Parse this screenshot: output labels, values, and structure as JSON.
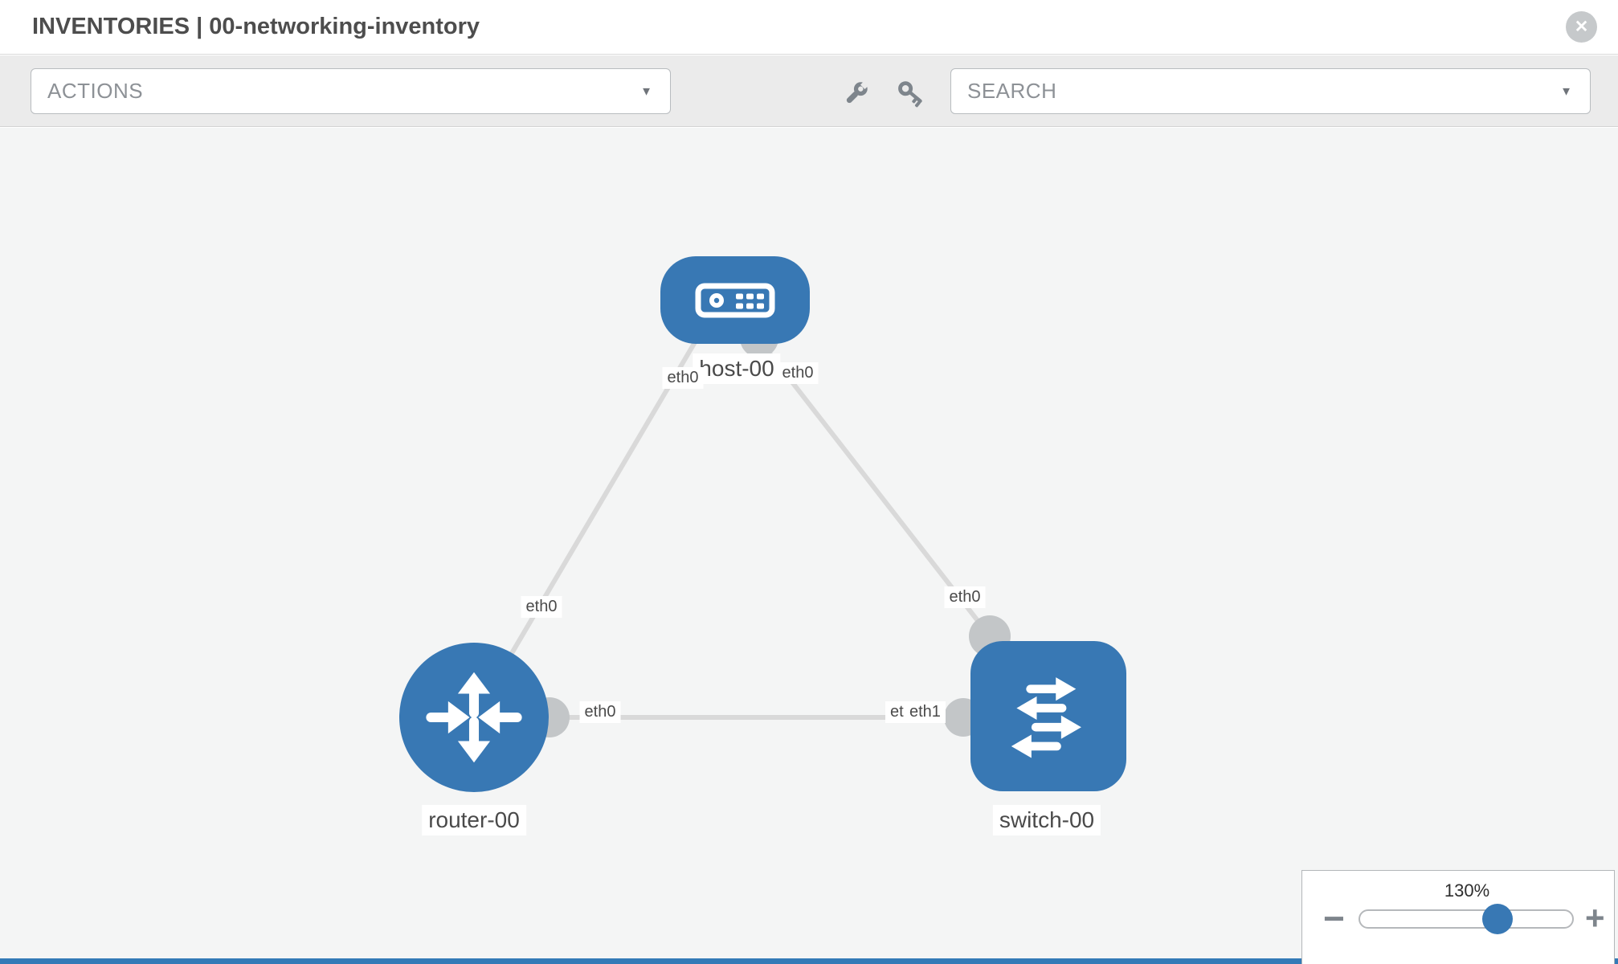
{
  "header": {
    "title": "INVENTORIES | 00-networking-inventory",
    "close_glyph": "✕"
  },
  "toolbar": {
    "actions": {
      "label": "ACTIONS",
      "caret": "▼"
    },
    "search": {
      "label": "SEARCH",
      "caret": "▼"
    },
    "icons": {
      "wrench": "wrench-icon",
      "key": "key-icon"
    }
  },
  "topology": {
    "nodes": {
      "host": {
        "label": "host-00",
        "type": "host"
      },
      "router": {
        "label": "router-00",
        "type": "router"
      },
      "switch": {
        "label": "switch-00",
        "type": "switch"
      }
    },
    "interfaces": {
      "host_left": "eth0",
      "host_right": "eth0",
      "link_router_host_mid": "eth0",
      "link_host_switch_mid": "eth0",
      "router_right": "eth0",
      "switch_eth0": "eth0",
      "switch_eth1": "eth1"
    },
    "colors": {
      "node_blue": "#3878b4",
      "link_gray": "#d9d9d9",
      "endpoint_gray": "#c3c6c8"
    }
  },
  "zoom_control": {
    "level": "130%",
    "percent": 65,
    "minus_glyph": "−",
    "plus_glyph": "+"
  },
  "footer": {
    "accent_color": "#337ab7"
  }
}
